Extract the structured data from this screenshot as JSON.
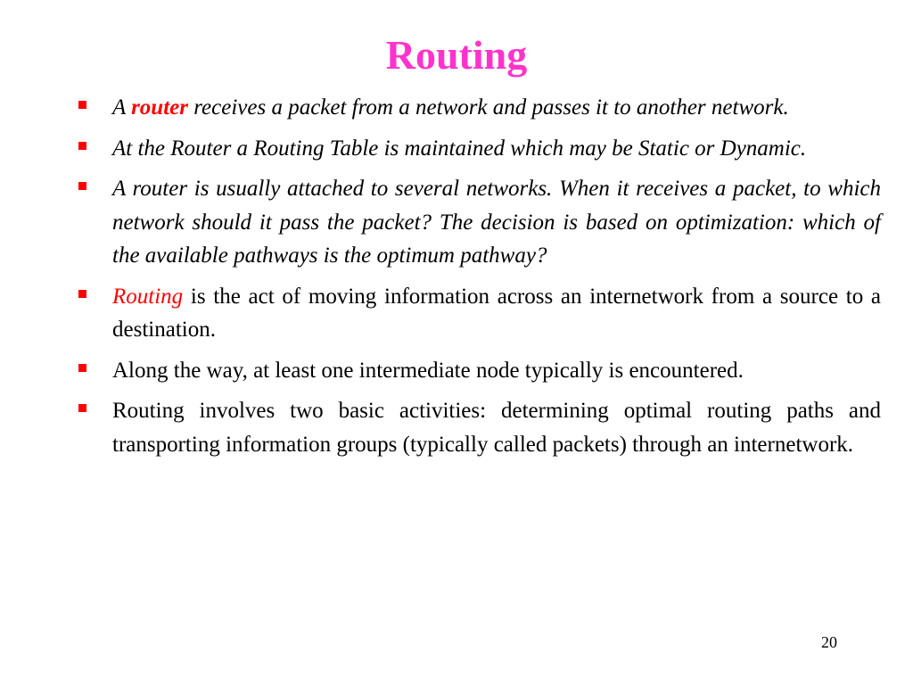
{
  "title": "Routing",
  "colors": {
    "title": "#ff33cc",
    "highlight": "#ff0000",
    "bullet": "#ff0000",
    "text": "#000000"
  },
  "bullets": [
    {
      "style": "italic",
      "prefix": "A ",
      "highlight": "router",
      "highlight_bold": true,
      "suffix": " receives a packet from a network and passes it to another network."
    },
    {
      "style": "italic",
      "prefix": "At the Router a Routing Table is maintained which may be Static or Dynamic.",
      "highlight": "",
      "suffix": ""
    },
    {
      "style": "italic",
      "prefix": "A router is usually attached to several networks. When it receives a packet, to which network should it pass the packet? The decision is based on optimization: which of the available pathways is the optimum pathway?",
      "highlight": "",
      "suffix": ""
    },
    {
      "style": "mixed",
      "prefix": "",
      "highlight": "Routing",
      "highlight_italic": true,
      "suffix": " is the act of moving information across an internetwork from a source to a destination."
    },
    {
      "style": "normal",
      "prefix": "Along the way, at least one intermediate node typically is encountered.",
      "highlight": "",
      "suffix": ""
    },
    {
      "style": "normal",
      "prefix": "Routing involves two basic activities: determining optimal routing paths and transporting information groups (typically called packets) through an internetwork.",
      "highlight": "",
      "suffix": ""
    }
  ],
  "page_number": "20"
}
